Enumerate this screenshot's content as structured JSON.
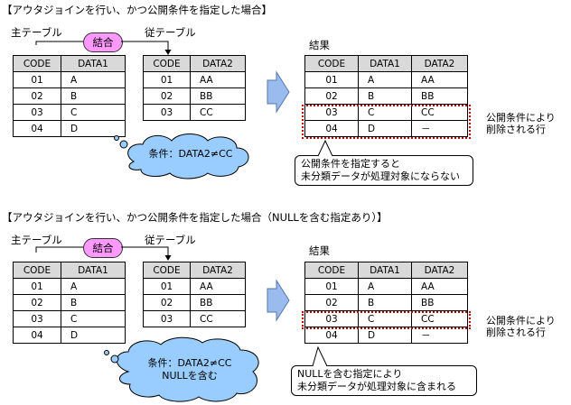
{
  "sections": [
    {
      "title": "【アウタジョインを行い、かつ公開条件を指定した場合】",
      "master_label": "主テーブル",
      "join_label": "結合",
      "detail_label": "従テーブル",
      "result_label": "結果",
      "condition_lines": [
        "条件：DATA2≠CC"
      ],
      "side_note": [
        "公開条件により",
        "削除される行"
      ],
      "callout": [
        "公開条件を指定すると",
        "未分類データが処理対象にならない"
      ]
    },
    {
      "title": "【アウタジョインを行い、かつ公開条件を指定した場合（NULLを含む指定あり）】",
      "master_label": "主テーブル",
      "join_label": "結合",
      "detail_label": "従テーブル",
      "result_label": "結果",
      "condition_lines": [
        "条件：DATA2≠CC",
        "NULLを含む"
      ],
      "side_note": [
        "公開条件により",
        "削除される行"
      ],
      "callout": [
        "NULLを含む指定により",
        "未分類データが処理対象に含まれる"
      ]
    }
  ],
  "tables": {
    "master": {
      "headers": [
        "CODE",
        "DATA1"
      ],
      "rows": [
        [
          "01",
          "A"
        ],
        [
          "02",
          "B"
        ],
        [
          "03",
          "C"
        ],
        [
          "04",
          "D"
        ]
      ]
    },
    "detail": {
      "headers": [
        "CODE",
        "DATA2"
      ],
      "rows": [
        [
          "01",
          "AA"
        ],
        [
          "02",
          "BB"
        ],
        [
          "03",
          "CC"
        ]
      ]
    },
    "result": {
      "headers": [
        "CODE",
        "DATA1",
        "DATA2"
      ],
      "rows": [
        [
          "01",
          "A",
          "AA"
        ],
        [
          "02",
          "B",
          "BB"
        ],
        [
          "03",
          "C",
          "CC"
        ],
        [
          "04",
          "D",
          "－"
        ]
      ]
    }
  },
  "colors": {
    "pill": "#ff99ff",
    "cloud": "#99ccff",
    "arrow": "#99bbee",
    "dotted": "#c00000",
    "header": "#d9d9d9"
  }
}
